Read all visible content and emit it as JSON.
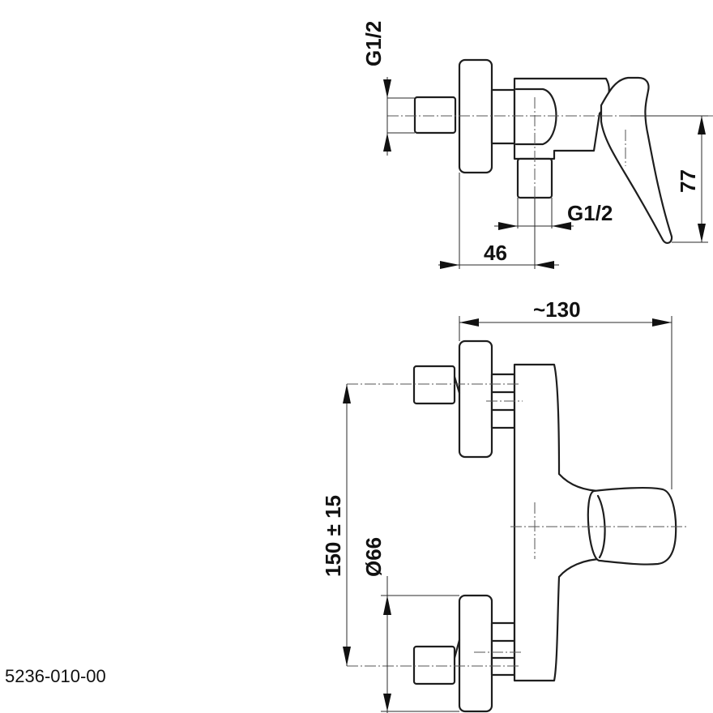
{
  "drawing_code": "5236-010-00",
  "dimensions": {
    "inlet_thread": "G1/2",
    "outlet_thread": "G1/2",
    "outlet_offset": "46",
    "lever_height": "77",
    "overall_depth": "~130",
    "centre_distance": "150 ± 15",
    "escutcheon_diameter": "Ø66"
  }
}
